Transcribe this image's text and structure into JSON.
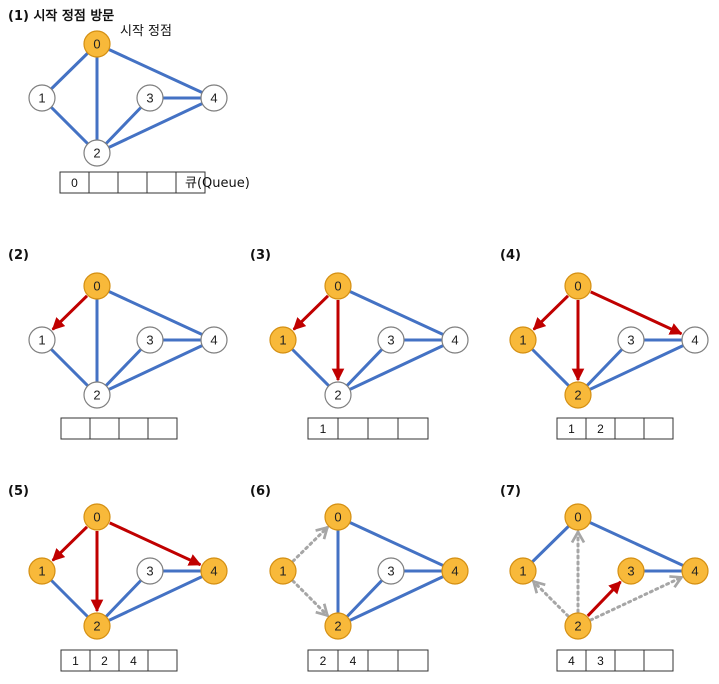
{
  "colors": {
    "edge": "#4472c4",
    "arrow_red": "#c00000",
    "arrow_gray": "#a6a6a6",
    "visited_fill": "#f8b93a",
    "visited_stroke": "#d48f12",
    "node_fill": "#ffffff",
    "node_stroke": "#7f7f7f",
    "queue_border": "#333333"
  },
  "icons": [
    "arrow-head-icon"
  ],
  "graph": {
    "nodes": [
      "0",
      "1",
      "2",
      "3",
      "4"
    ],
    "edges": [
      [
        "0",
        "1"
      ],
      [
        "0",
        "2"
      ],
      [
        "0",
        "4"
      ],
      [
        "1",
        "2"
      ],
      [
        "2",
        "3"
      ],
      [
        "2",
        "4"
      ],
      [
        "3",
        "4"
      ]
    ]
  },
  "queue_label": "큐(Queue)",
  "start_vertex_label": "시작 정점",
  "panels": [
    {
      "title": "(1) 시작 정점 방문",
      "visited": [
        "0"
      ],
      "red": [],
      "gray": [],
      "queue": [
        "0",
        "",
        "",
        "",
        ""
      ]
    },
    {
      "title": "(2)",
      "visited": [
        "0"
      ],
      "red": [
        [
          "0",
          "1"
        ]
      ],
      "gray": [],
      "queue": [
        "",
        "",
        "",
        ""
      ]
    },
    {
      "title": "(3)",
      "visited": [
        "0",
        "1"
      ],
      "red": [
        [
          "0",
          "1"
        ],
        [
          "0",
          "2"
        ]
      ],
      "gray": [],
      "queue": [
        "1",
        "",
        "",
        ""
      ]
    },
    {
      "title": "(4)",
      "visited": [
        "0",
        "1",
        "2"
      ],
      "red": [
        [
          "0",
          "1"
        ],
        [
          "0",
          "2"
        ],
        [
          "0",
          "4"
        ]
      ],
      "gray": [],
      "queue": [
        "1",
        "2",
        "",
        ""
      ]
    },
    {
      "title": "(5)",
      "visited": [
        "0",
        "1",
        "2",
        "4"
      ],
      "red": [
        [
          "0",
          "1"
        ],
        [
          "0",
          "2"
        ],
        [
          "0",
          "4"
        ]
      ],
      "gray": [],
      "queue": [
        "1",
        "2",
        "4",
        ""
      ]
    },
    {
      "title": "(6)",
      "visited": [
        "0",
        "1",
        "2",
        "4"
      ],
      "red": [],
      "gray": [
        [
          "1",
          "0"
        ],
        [
          "1",
          "2"
        ]
      ],
      "queue": [
        "2",
        "4",
        "",
        ""
      ]
    },
    {
      "title": "(7)",
      "visited": [
        "0",
        "1",
        "2",
        "3",
        "4"
      ],
      "red": [
        [
          "2",
          "3"
        ]
      ],
      "gray": [
        [
          "2",
          "0"
        ],
        [
          "2",
          "1"
        ],
        [
          "2",
          "4"
        ]
      ],
      "queue": [
        "4",
        "3",
        "",
        ""
      ]
    }
  ]
}
